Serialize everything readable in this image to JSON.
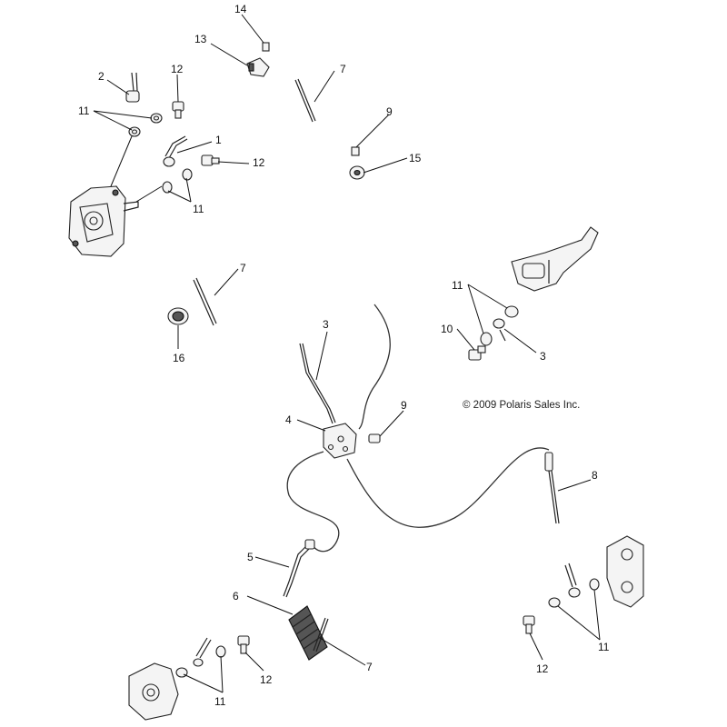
{
  "copyright": "© 2009 Polaris Sales Inc.",
  "callouts": {
    "c1": "1",
    "c2": "2",
    "c3a": "3",
    "c3b": "3",
    "c4": "4",
    "c5": "5",
    "c6": "6",
    "c7a": "7",
    "c7b": "7",
    "c7c": "7",
    "c8": "8",
    "c9a": "9",
    "c9b": "9",
    "c10": "10",
    "c11a": "11",
    "c11b": "11",
    "c11c": "11",
    "c11d": "11",
    "c11e": "11",
    "c12a": "12",
    "c12b": "12",
    "c12c": "12",
    "c12d": "12",
    "c13": "13",
    "c14": "14",
    "c15": "15",
    "c16": "16"
  }
}
